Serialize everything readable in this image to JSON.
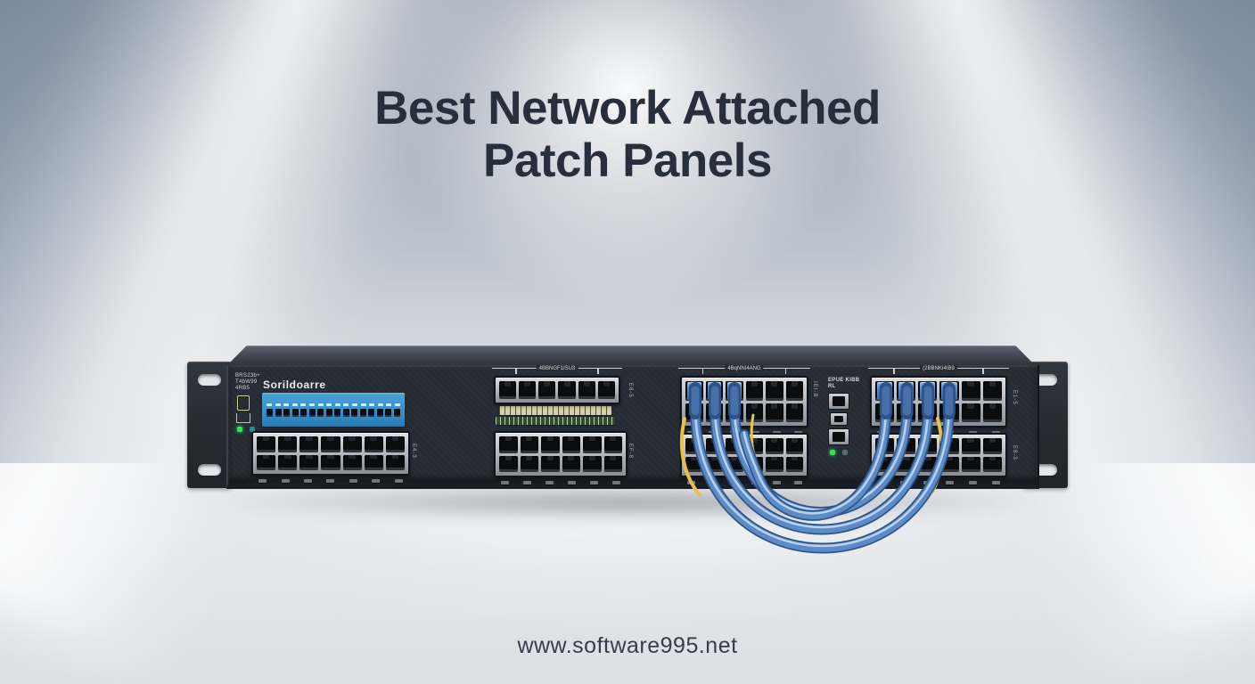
{
  "title": {
    "line1": "Best Network Attached",
    "line2": "Patch Panels"
  },
  "footer": {
    "url": "www.software995.net"
  },
  "colors": {
    "headline_text": "#272e3c",
    "footer_text": "#353d4c",
    "chassis": "#262c34",
    "port_frame_silver": "#b6bbc0",
    "label_strip_blue": "#3b93cc",
    "label_strip_beige": "#d9d0a7",
    "label_strip_green": "#2e4d33",
    "cable_blue": "#4d7fbf",
    "cable_blue_highlight": "#b9d3ef",
    "cable_yellow": "#e6c14d",
    "led_green": "#35e455",
    "led_teal": "#2a8f8f"
  },
  "device": {
    "brand": "Sorildoarre",
    "info_lines": [
      "BRS23b+",
      "T4bW99",
      "4RB5"
    ],
    "brackets": {
      "mid": "4BBNGF1ISU3",
      "sec3": "4BqNNI4ANG",
      "sec4": "(2BBNKI4IB9"
    },
    "console": {
      "label": "EPUE KIBB",
      "sub": "RL"
    },
    "vertical_labels": [
      "E4-3",
      "E8-5",
      "EF-8",
      "IEI-B",
      "E1-5",
      "E8-3"
    ],
    "blocks": {
      "blue_strip": {
        "ports": 16
      },
      "left_bottom": {
        "rows": 2,
        "cols": 7
      },
      "mid_top": {
        "rows": 1,
        "cols": 6
      },
      "mid_bottom": {
        "rows": 2,
        "cols": 6
      },
      "sec3_top": {
        "rows": 2,
        "cols": 6,
        "plugged_top": [
          0,
          1,
          2
        ]
      },
      "sec3_bottom": {
        "rows": 2,
        "cols": 6
      },
      "sec4_top": {
        "rows": 2,
        "cols": 6,
        "plugged_top": [
          0,
          1,
          2,
          3
        ]
      },
      "sec4_bottom": {
        "rows": 2,
        "cols": 6
      }
    },
    "console_ports": 3
  }
}
